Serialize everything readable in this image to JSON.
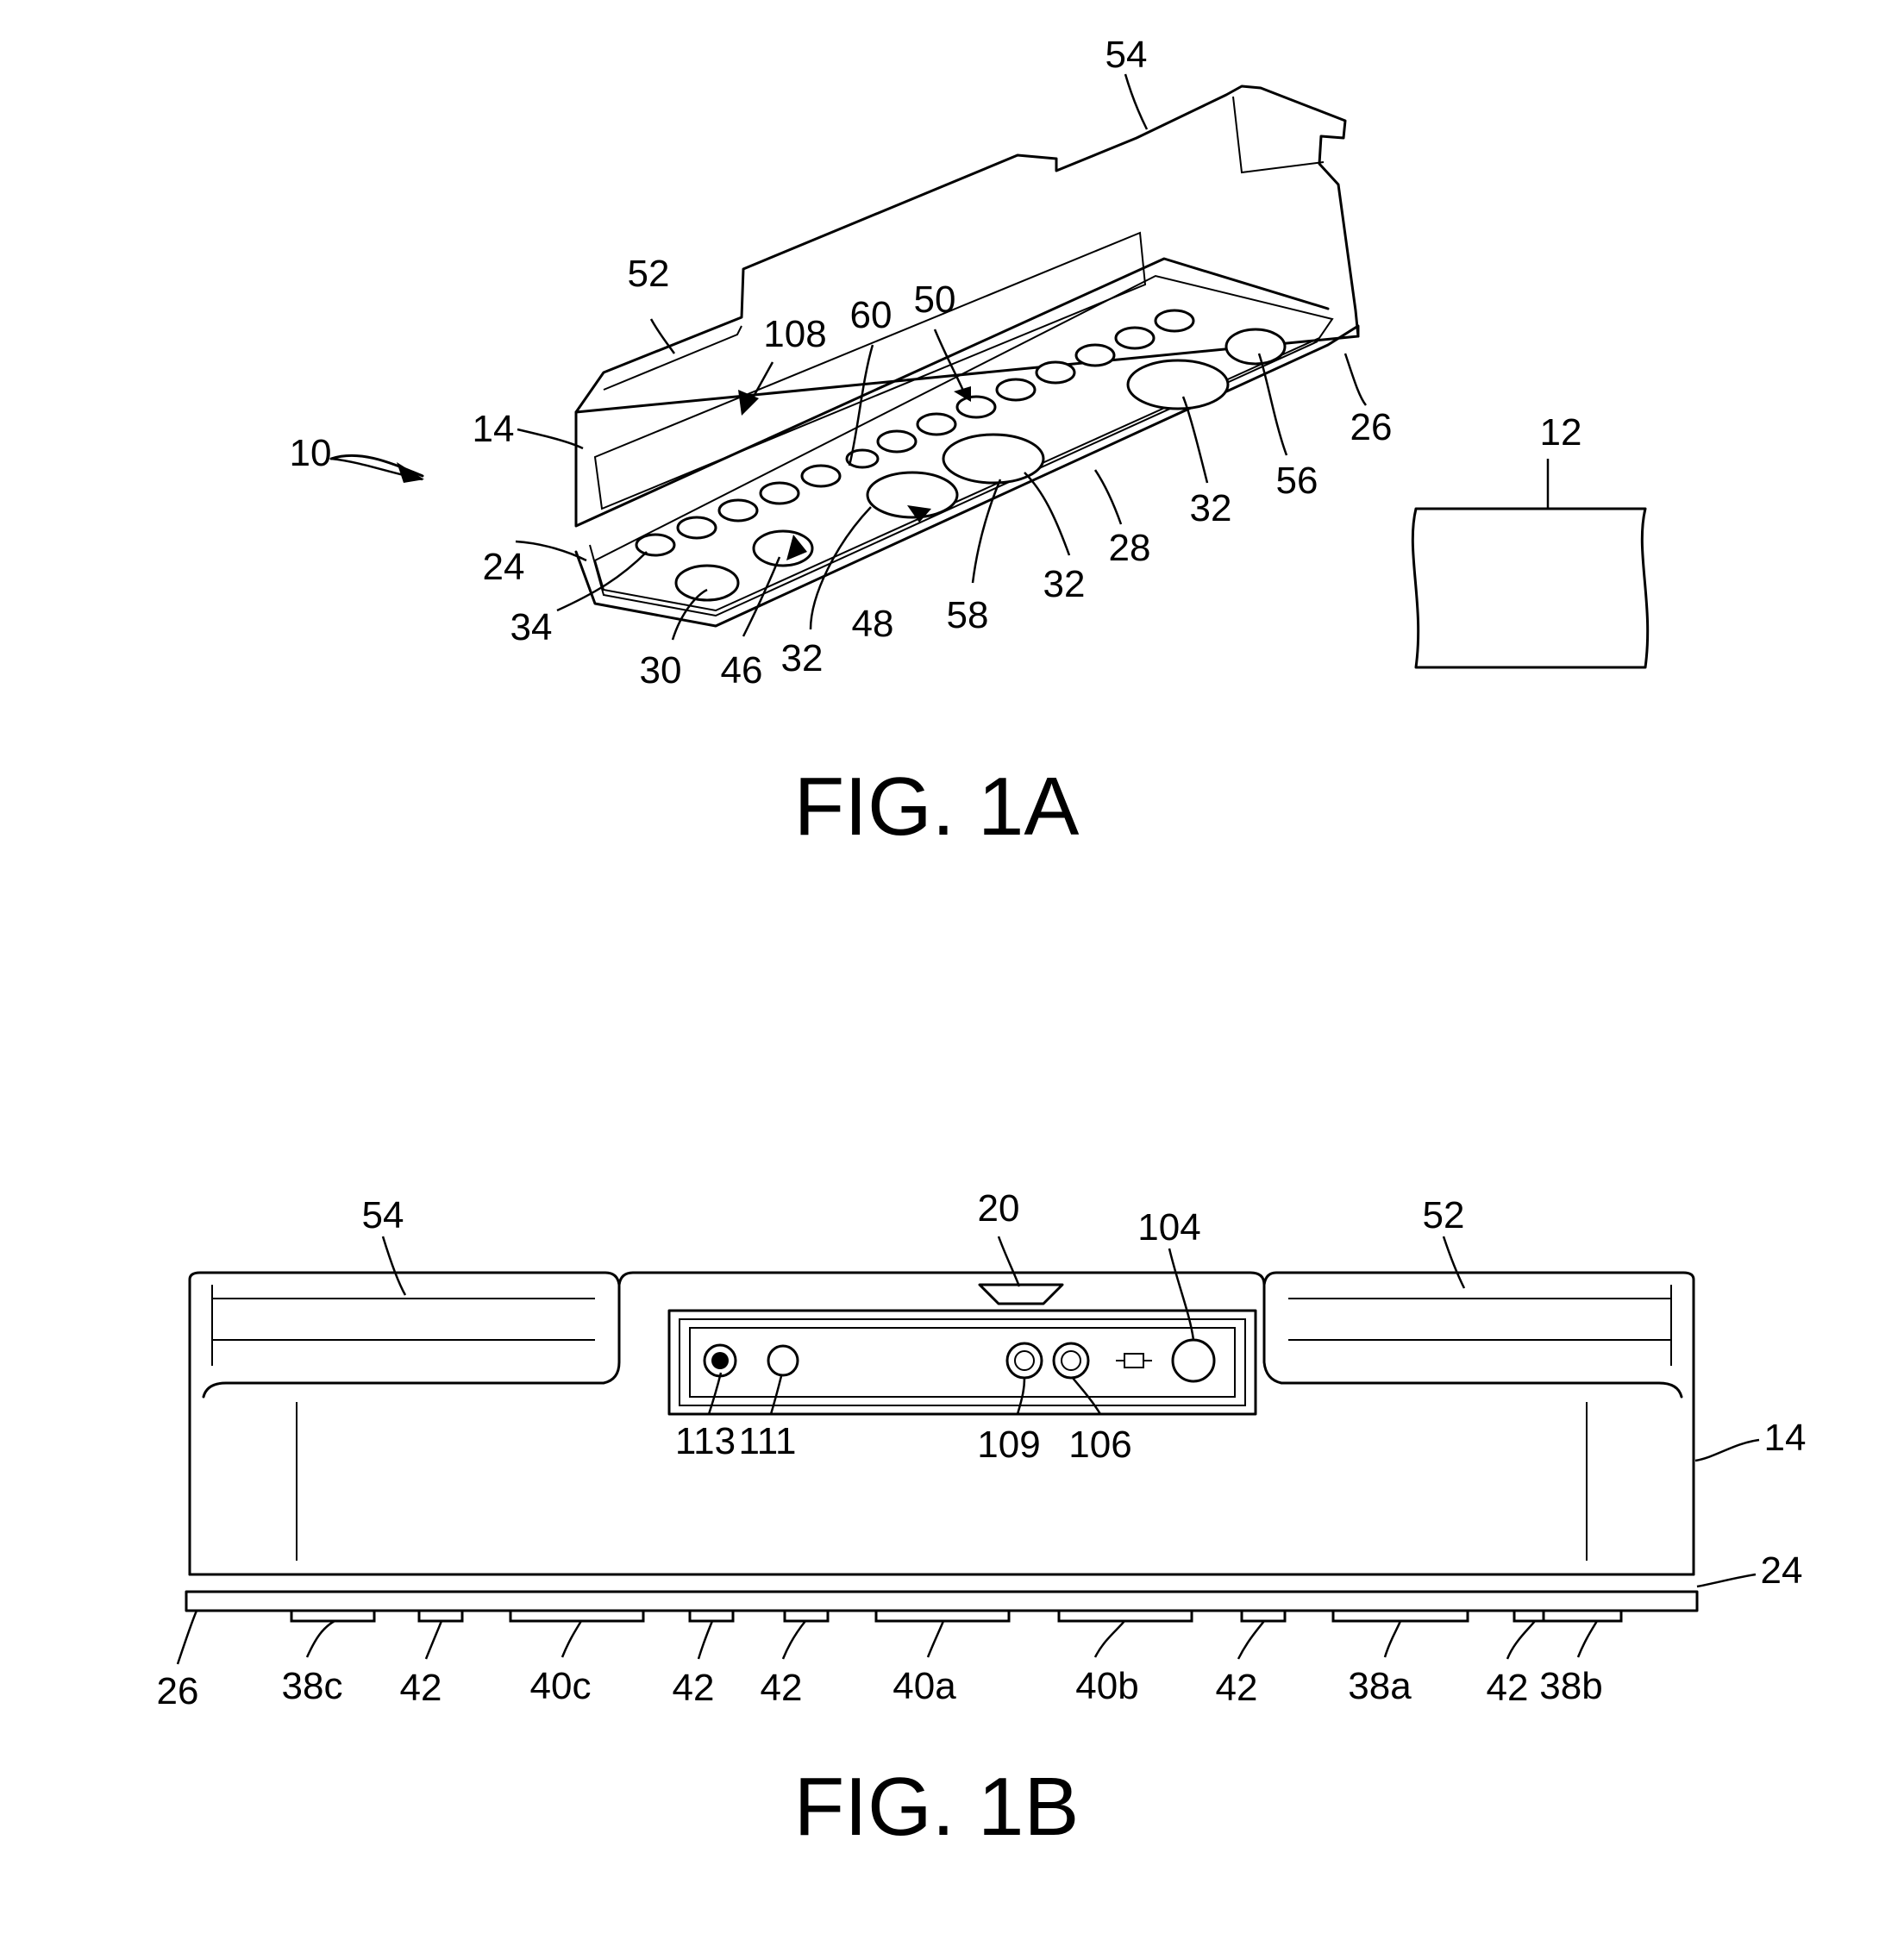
{
  "fig1a": {
    "caption": "FIG. 1A",
    "labels": [
      "54",
      "52",
      "108",
      "60",
      "50",
      "14",
      "10",
      "26",
      "12",
      "24",
      "28",
      "32",
      "56",
      "34",
      "32",
      "58",
      "32",
      "48",
      "30",
      "46",
      "32"
    ]
  },
  "fig1b": {
    "caption": "FIG. 1B",
    "top_labels": [
      "54",
      "20",
      "104",
      "52"
    ],
    "panel_labels": [
      "113",
      "111",
      "109",
      "106"
    ],
    "side_labels": [
      "14",
      "24"
    ],
    "bottom_labels": [
      "26",
      "38c",
      "42",
      "40c",
      "42",
      "42",
      "40a",
      "40b",
      "42",
      "38a",
      "42",
      "38b"
    ]
  }
}
